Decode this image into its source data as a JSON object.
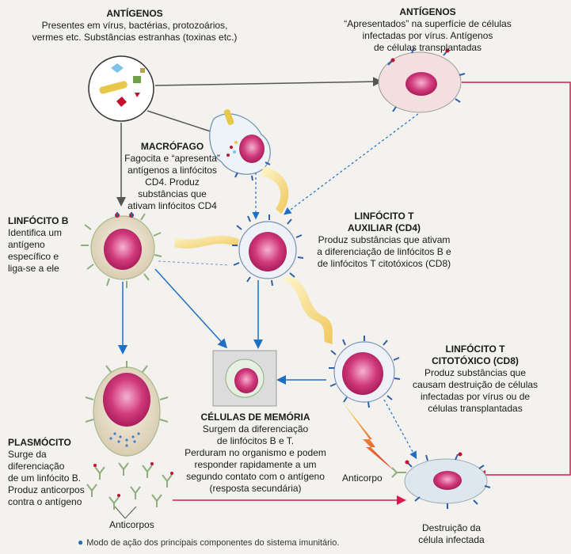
{
  "colors": {
    "arrow_gray": "#555555",
    "arrow_blue": "#1f6fc4",
    "arrow_red": "#d8194f",
    "nucleus": "#d13a7c",
    "cell_body": "#e9e1cf",
    "receptor_blue": "#2f5fa8",
    "antigen_red": "#c21230",
    "memory_box": "#dcdcdc"
  },
  "antigens_left": {
    "title": "ANTÍGENOS",
    "line1": "Presentes em vírus, bactérias, protozoários,",
    "line2": "vermes etc. Substâncias estranhas (toxinas etc.)"
  },
  "antigens_right": {
    "title": "ANTÍGENOS",
    "line1": "“Apresentados” na superfície de células",
    "line2": "infectadas por vírus. Antígenos",
    "line3": "de células transplantadas"
  },
  "macrofago": {
    "title": "MACRÓFAGO",
    "line1": "Fagocita e “apresenta”",
    "line2": "antígenos a linfócitos",
    "line3": "CD4. Produz",
    "line4": "substâncias que",
    "line5": "ativam linfócitos CD4"
  },
  "linfocito_b": {
    "title": "LINFÓCITO B",
    "line1": "Identifica um",
    "line2": "antígeno",
    "line3": "específico e",
    "line4": "liga-se a ele"
  },
  "linfocito_t_auxiliar": {
    "title1": "LINFÓCITO T",
    "title2": "AUXILIAR (CD4)",
    "line1": "Produz substâncias que ativam",
    "line2": "a diferenciação de linfócitos B e",
    "line3": "de linfócitos T citotóxicos (CD8)"
  },
  "linfocito_t_citotoxico": {
    "title1": "LINFÓCITO T",
    "title2": "CITOTÓXICO (CD8)",
    "line1": "Produz substâncias que",
    "line2": "causam destruição de células",
    "line3": "infectadas por vírus ou de",
    "line4": "células transplantadas"
  },
  "celulas_memoria": {
    "title": "CÉLULAS DE MEMÓRIA",
    "line1": "Surgem da diferenciação",
    "line2": "de linfócitos B e T.",
    "line3": "Perduram no organismo e podem",
    "line4": "responder rapidamente a um",
    "line5": "segundo contato com o antígeno",
    "line6": "(resposta secundária)"
  },
  "plasmocito": {
    "title": "PLASMÓCITO",
    "line1": "Surge da",
    "line2": "diferenciação",
    "line3": "de um linfócito B.",
    "line4": "Produz anticorpos",
    "line5": "contra o antígeno"
  },
  "labels": {
    "anticorpos": "Anticorpos",
    "anticorpo": "Anticorpo",
    "destruicao1": "Destruição da",
    "destruicao2": "célula infectada"
  },
  "caption": "Modo de ação dos principais componentes do sistema imunitário."
}
